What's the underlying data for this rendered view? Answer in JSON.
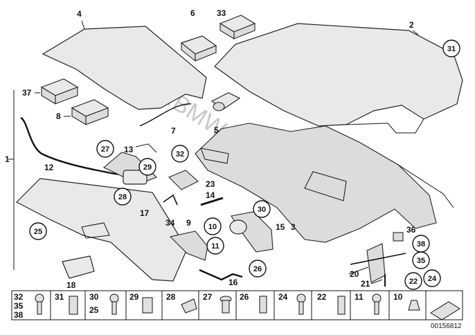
{
  "watermark": "www.BMWstore.pl",
  "drawing_code": "00156812",
  "callouts_plain": [
    "1",
    "2",
    "3",
    "4",
    "5",
    "6",
    "7",
    "8",
    "9",
    "12",
    "13",
    "14",
    "15",
    "16",
    "17",
    "18",
    "20",
    "21",
    "23",
    "33",
    "34",
    "36",
    "37"
  ],
  "callouts_circled": [
    "10",
    "11",
    "22",
    "24",
    "25",
    "26",
    "27",
    "28",
    "29",
    "30",
    "31",
    "32",
    "35",
    "38"
  ],
  "legend": [
    {
      "labels": [
        "32",
        "35",
        "38"
      ]
    },
    {
      "labels": [
        "31"
      ]
    },
    {
      "labels": [
        "30",
        "25"
      ]
    },
    {
      "labels": [
        "29"
      ]
    },
    {
      "labels": [
        "28"
      ]
    },
    {
      "labels": [
        "27"
      ]
    },
    {
      "labels": [
        "26"
      ]
    },
    {
      "labels": [
        "24"
      ]
    },
    {
      "labels": [
        "22"
      ]
    },
    {
      "labels": [
        "11"
      ]
    },
    {
      "labels": [
        "10"
      ]
    }
  ],
  "colors": {
    "line": "#111111",
    "part_fill": "#e9e9e9",
    "watermark": "#c9c9c9"
  }
}
